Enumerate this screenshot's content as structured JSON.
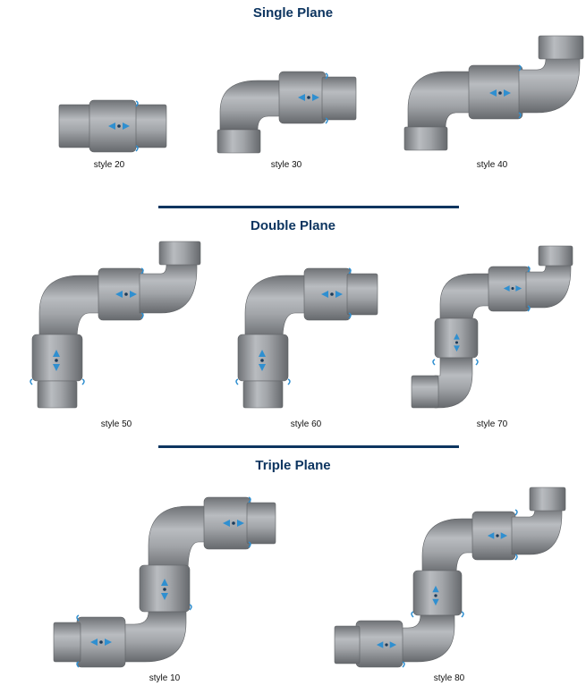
{
  "sections": [
    {
      "title": "Single Plane"
    },
    {
      "title": "Double Plane"
    },
    {
      "title": "Triple Plane"
    }
  ],
  "styles": [
    {
      "label": "style 20"
    },
    {
      "label": "style 30"
    },
    {
      "label": "style 40"
    },
    {
      "label": "style 50"
    },
    {
      "label": "style 60"
    },
    {
      "label": "style 70"
    },
    {
      "label": "style 10"
    },
    {
      "label": "style 80"
    }
  ],
  "colors": {
    "heading": "#0d3560",
    "rule": "#0d3560",
    "pipe": "#9c9fa4",
    "arrow": "#2f8fd0"
  }
}
